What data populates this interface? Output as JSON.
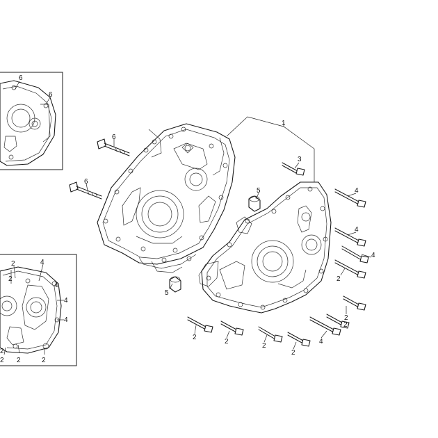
{
  "callouts": {
    "c1": "1",
    "c3": "3",
    "c4a": "4",
    "c4b": "4",
    "c4c": "4",
    "c4d": "4",
    "c5a": "5",
    "c5b": "5",
    "c6a": "6",
    "c6b": "6",
    "c2a": "2",
    "c2b": "2",
    "c2c": "2",
    "c2d": "2",
    "c2e": "2",
    "c2f": "2",
    "c2g": "2"
  },
  "inset_top": {
    "c6a": "6",
    "c6b": "6"
  },
  "inset_bottom": {
    "c2a": "2",
    "c4a": "4",
    "c2b": "2",
    "c4b": "4",
    "c4c": "4",
    "c2c": "2",
    "c2d": "2",
    "c4d": "4",
    "c2e": "2",
    "c2f": "2"
  }
}
